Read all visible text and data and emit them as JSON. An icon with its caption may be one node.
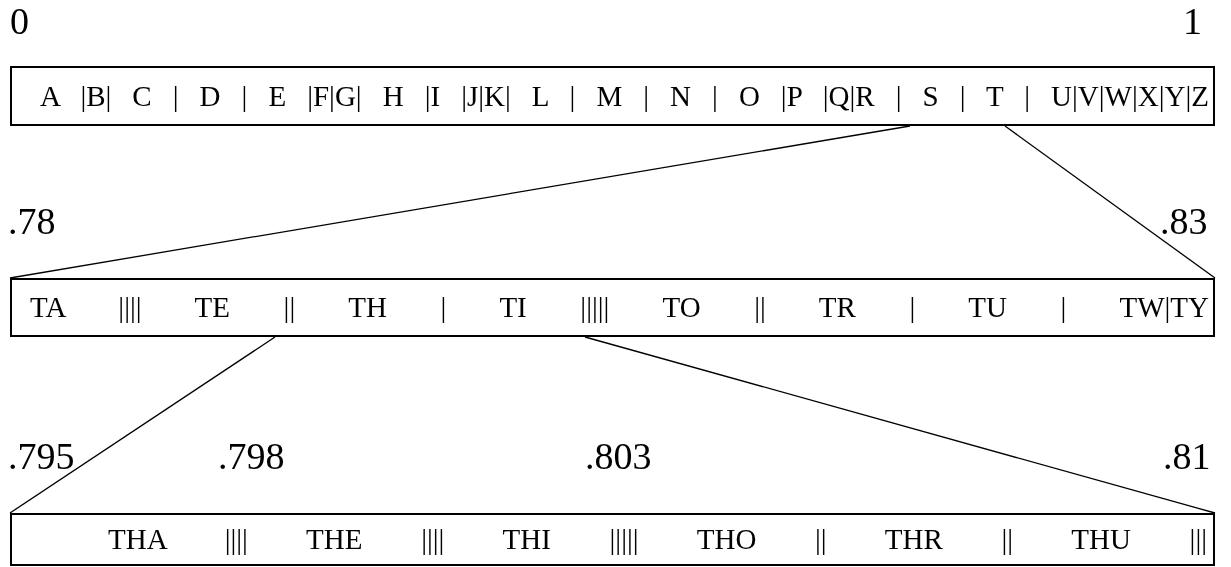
{
  "diagram": {
    "nodes": [
      {
        "text": [
          "A |B| C | D | E |F|G| H |I |J|K| L | M | N | O |P |Q|R | S | T | U|V|W|X|Y|Z"
        ]
      },
      {
        "text": [
          "TA |||| TE || TH | TI ||||| TO || TR | TU | TW|TY"
        ]
      },
      {
        "text": [
          "THA |||| THE |||| THI ||||| THO || THR || THU |||"
        ]
      }
    ],
    "edges": [
      {
        "from": 0,
        "to": 1,
        "arrow": "none"
      },
      {
        "from": 0,
        "to": 1,
        "arrow": "none"
      },
      {
        "from": 1,
        "to": 2,
        "arrow": "none"
      },
      {
        "from": 1,
        "to": 2,
        "arrow": "none"
      }
    ],
    "labels": [
      "0",
      "1",
      ".78",
      ".83",
      ".795",
      ".798",
      ".803",
      ".81"
    ]
  }
}
